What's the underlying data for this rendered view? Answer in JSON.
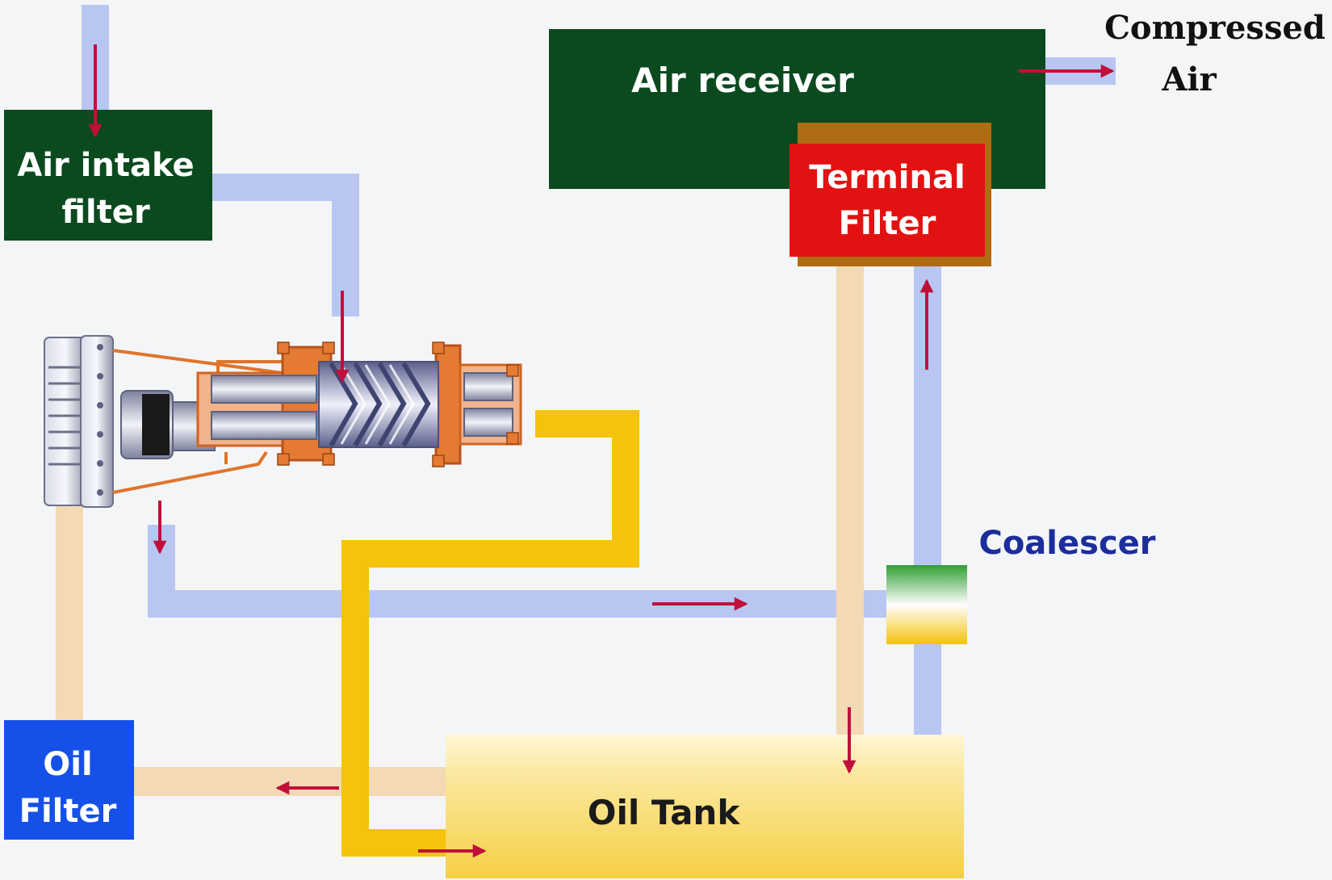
{
  "labels": {
    "air_intake_filter": [
      "Air intake",
      "filter"
    ],
    "air_receiver": "Air receiver",
    "compressed_air": [
      "Compressed",
      "Air"
    ],
    "terminal_filter": [
      "Terminal",
      "Filter"
    ],
    "coalescer": "Coalescer",
    "oil_filter": [
      "Oil",
      "Filter"
    ],
    "oil_tank": "Oil Tank"
  },
  "colors": {
    "air_pipe": "#b9c6f2",
    "oil_return_pipe": "#f3d9b4",
    "hot_oil_pipe": "#f5c20c",
    "flow_arrow": "#c0103a",
    "dark_green_box": "#0b4a1f",
    "terminal_filter": "#e31212",
    "terminal_filter_frame": "#b06c12",
    "oil_filter": "#1550e8",
    "oil_tank": "#f7d96a",
    "coalescer_label": "#1c2d9c"
  }
}
